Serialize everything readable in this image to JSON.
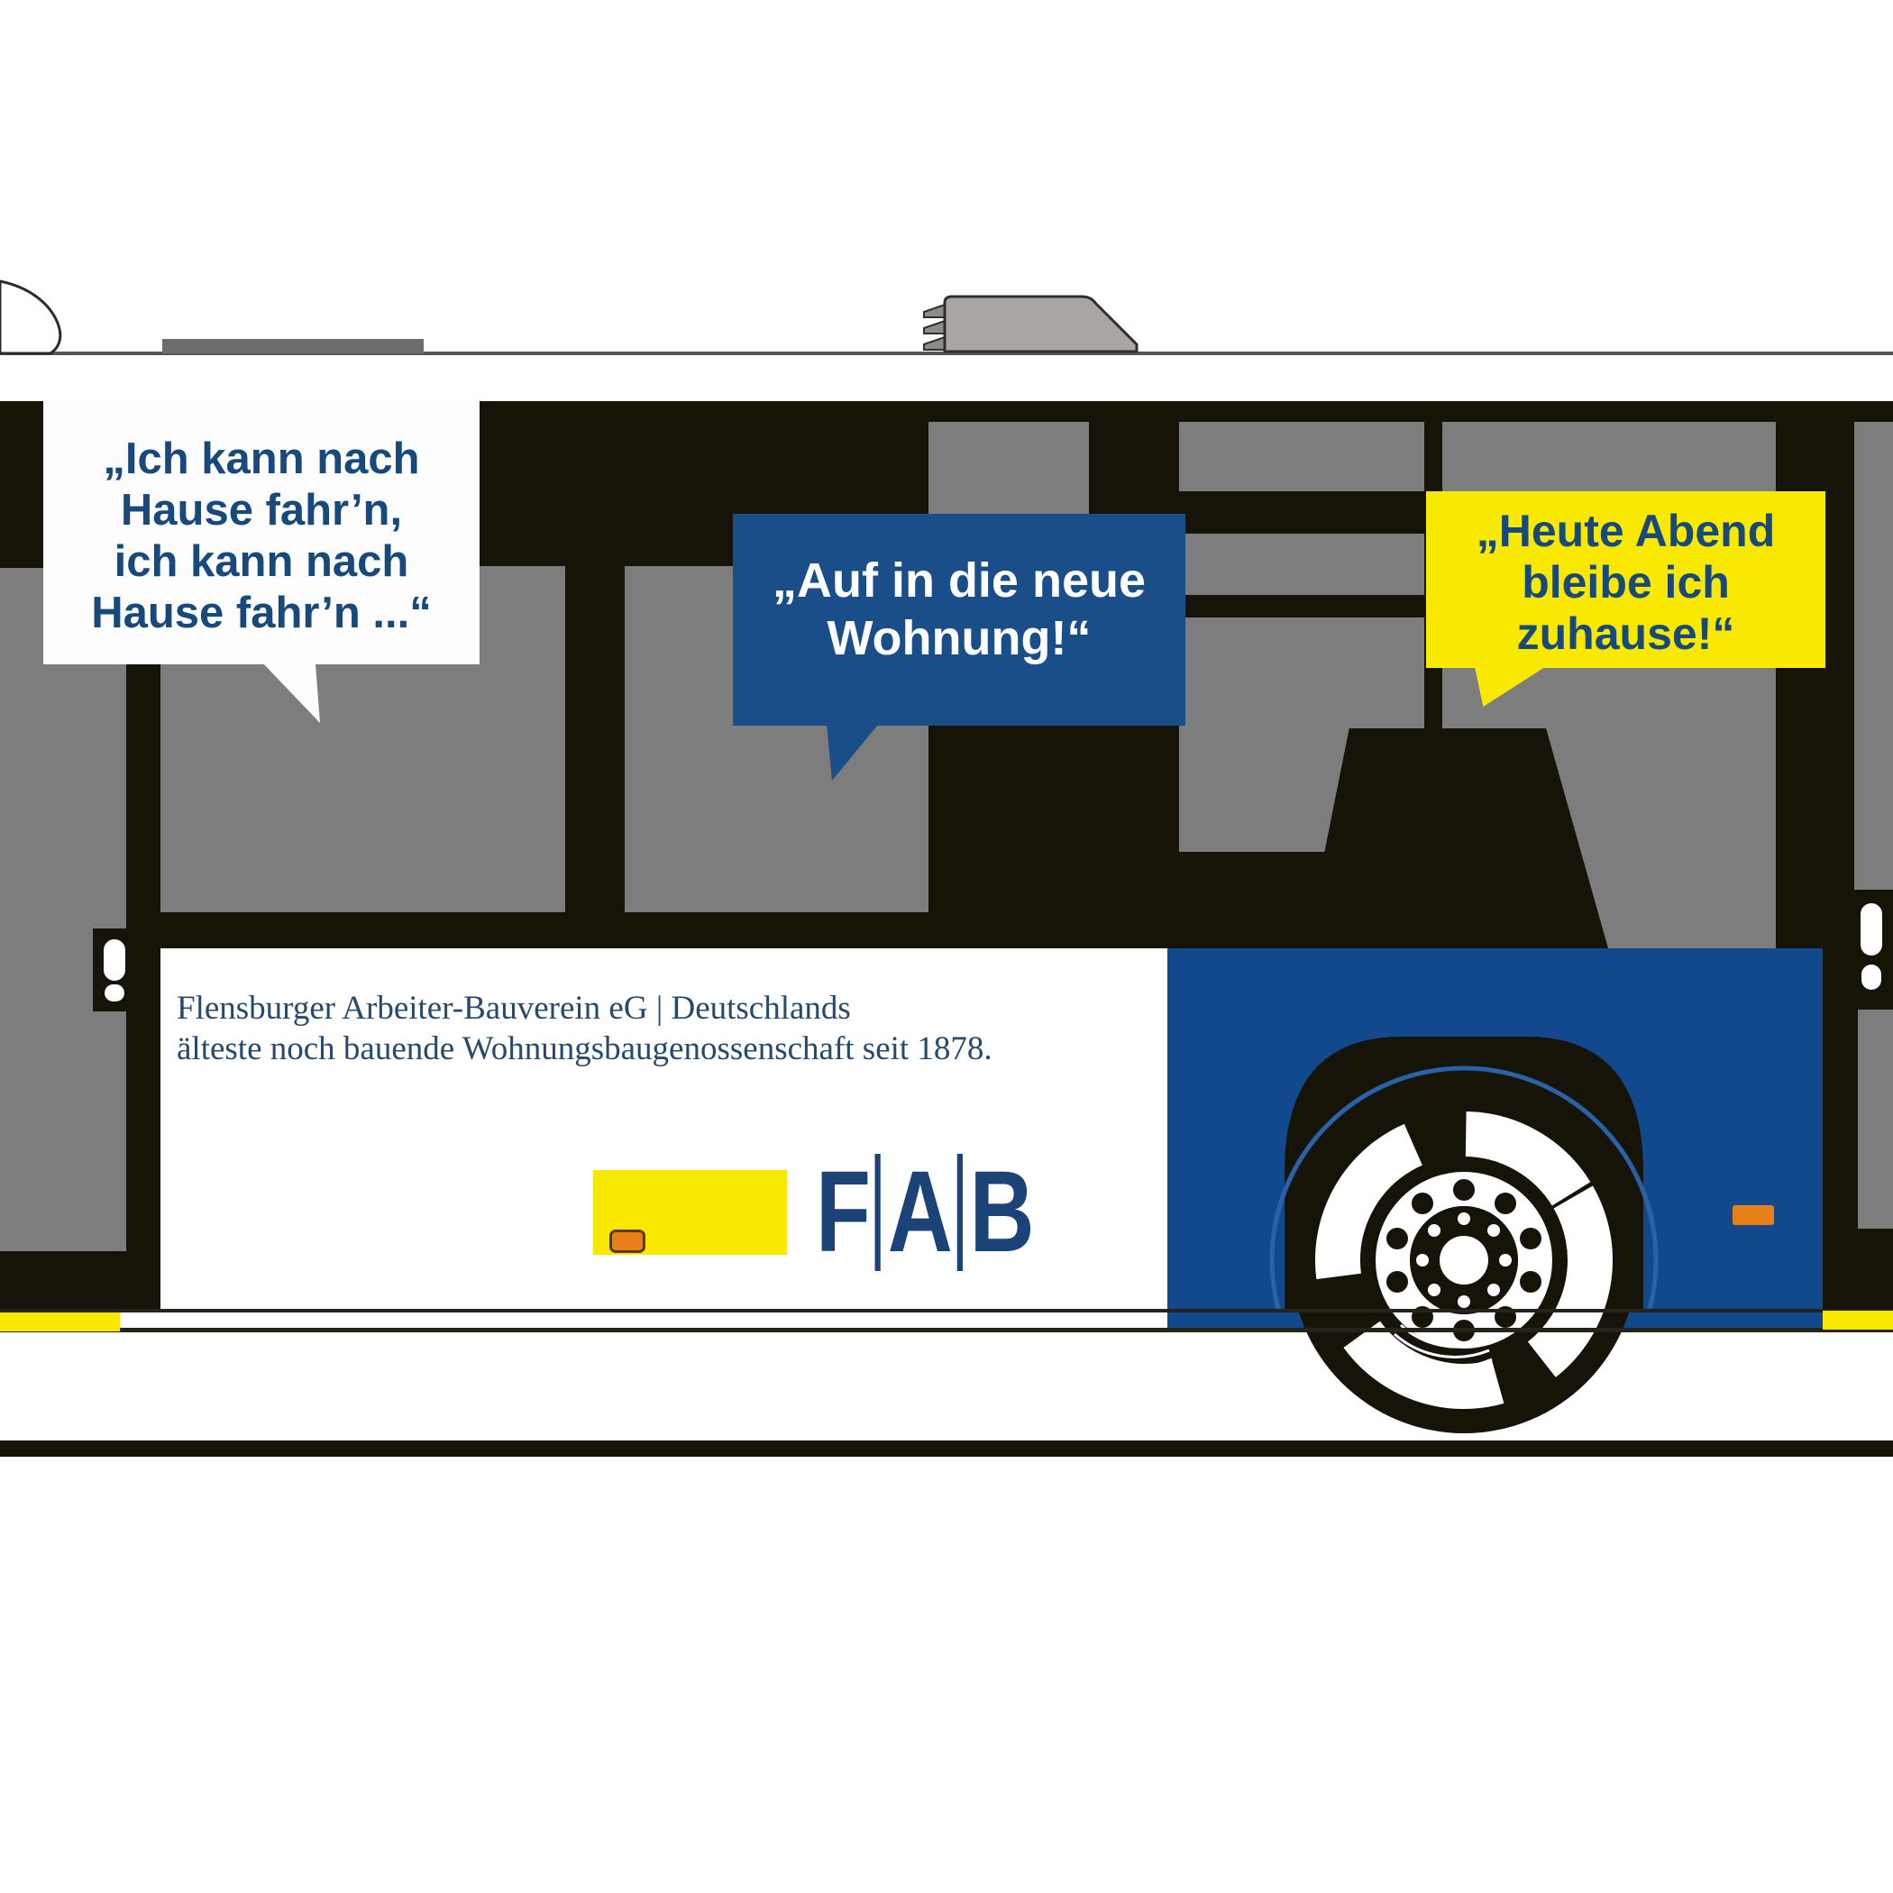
{
  "title": "Bus advertising livery mockup",
  "bubbles": {
    "bubble1": {
      "lines": [
        "„Ich kann nach",
        "Hause fahr’n,",
        "ich kann nach",
        "Hause fahr’n ...“"
      ],
      "bg": "#fdfdfd",
      "text_color": "#17497c"
    },
    "bubble2": {
      "lines": [
        "„Auf in die neue",
        "Wohnung!“"
      ],
      "bg": "#1a4e88",
      "text_color": "#ffffff"
    },
    "bubble3": {
      "lines": [
        "„Heute Abend",
        "bleibe ich",
        "zuhause!“"
      ],
      "bg": "#f9e800",
      "text_color": "#17497c"
    }
  },
  "ad_panel": {
    "line1": "Flensburger Arbeiter-Bauverein eG | Deutschlands",
    "line2": "älteste noch bauende Wohnungsbaugenossenschaft seit 1878."
  },
  "logo": {
    "letter1": "F",
    "letter2": "A",
    "letter3": "B"
  },
  "colors": {
    "bus-black": "#161309",
    "glass-gray": "#7d7d7d",
    "roofline-gray": "#565656",
    "roof-bar-gray": "#6d6d6d",
    "ac-gray": "#a9a6a2",
    "panel-blue": "#12498c",
    "bubble-blue": "#1a4e88",
    "speech-blue": "#17497c",
    "serif-blue": "#27496b",
    "logo-blue": "#1c4378",
    "accent-yellow": "#f9e800",
    "accent-orange": "#e8801a",
    "wheel-arc-blue": "#2a62a8"
  }
}
